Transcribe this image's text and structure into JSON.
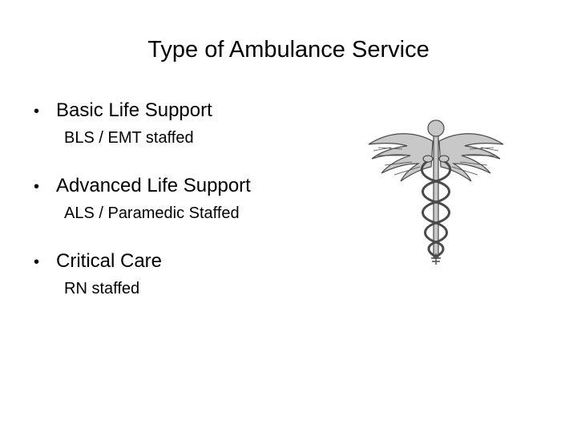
{
  "slide": {
    "title": "Type of Ambulance Service",
    "bullet_symbol": "•",
    "items": [
      {
        "label": "Basic Life Support",
        "detail": "BLS / EMT staffed"
      },
      {
        "label": "Advanced Life Support",
        "detail": "ALS / Paramedic Staffed"
      },
      {
        "label": "Critical Care",
        "detail": "RN staffed"
      }
    ]
  },
  "image": {
    "icon": "caduceus-icon",
    "colors": {
      "fill": "#c8c8c8",
      "stroke": "#4a4a4a"
    }
  }
}
